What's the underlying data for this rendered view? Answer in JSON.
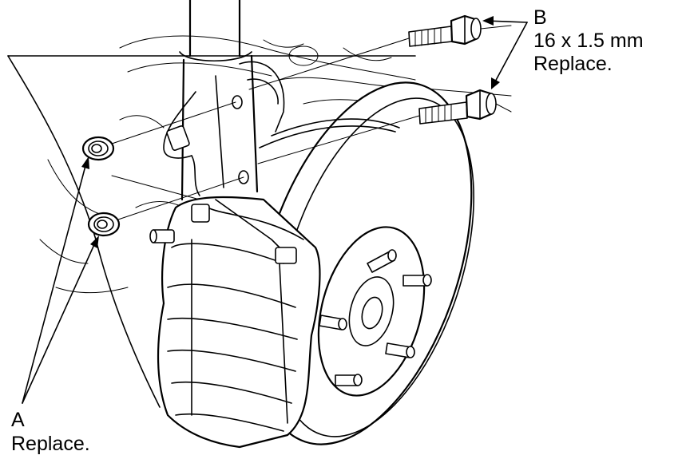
{
  "callout_b": {
    "letter": "B",
    "spec": "16 x 1.5 mm",
    "note": "Replace."
  },
  "callout_a": {
    "letter": "A",
    "note": "Replace."
  },
  "colors": {
    "line": "#000000",
    "background": "#ffffff"
  }
}
